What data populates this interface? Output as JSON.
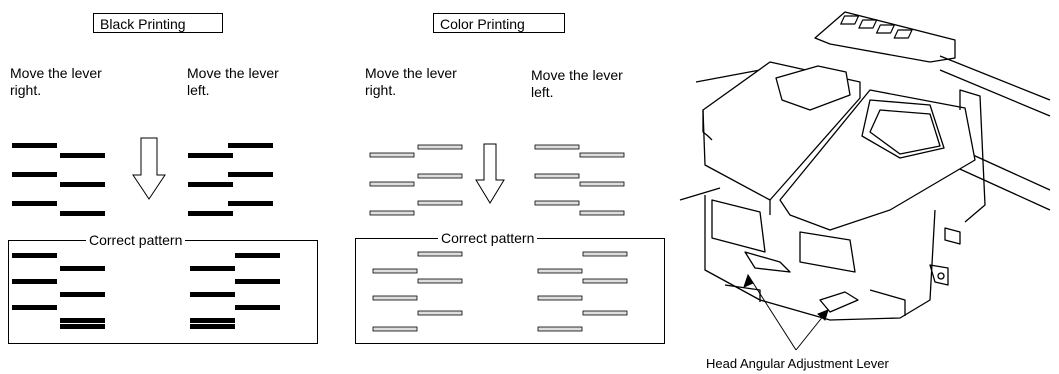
{
  "black": {
    "title": "Black Printing",
    "left_text": "Move the lever\nright.",
    "right_text": "Move the lever\nleft.",
    "correct_label": "Correct pattern"
  },
  "color": {
    "title": "Color Printing",
    "left_text": "Move the lever\nright.",
    "right_text": "Move the lever\nleft.",
    "correct_label": "Correct pattern"
  },
  "illustration": {
    "caption": "Head Angular Adjustment Lever"
  },
  "colors": {
    "black_line": "#000000",
    "color_line_fill": "#dddddd",
    "color_line_stroke": "#000000"
  }
}
